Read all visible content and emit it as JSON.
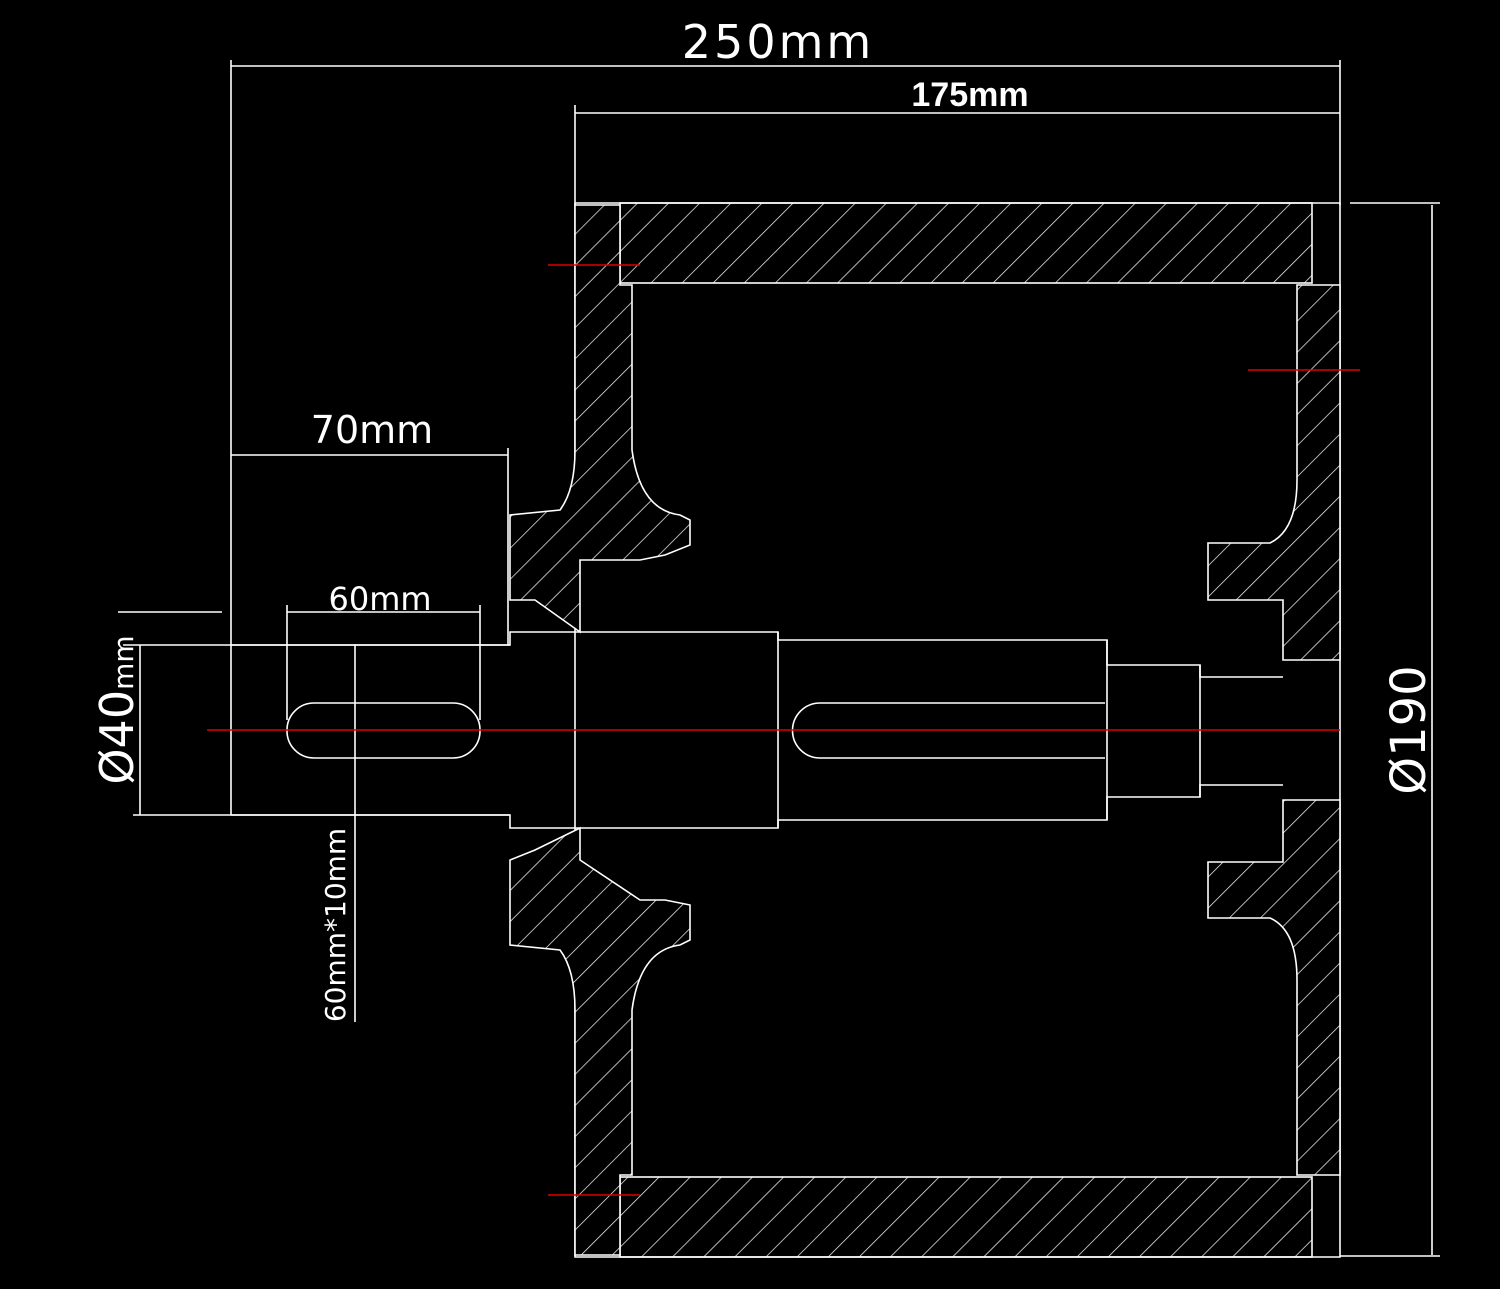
{
  "drawing": {
    "dim_overall_length": "250mm",
    "dim_drum_length": "175mm",
    "dim_shaft_extension": "70mm",
    "dim_keyway_length": "60mm",
    "dim_shaft_diameter": "Ø40",
    "dim_shaft_diameter_unit": "mm",
    "dim_keyway_size": "60mm*10mm",
    "dim_drum_diameter": "Ø190"
  },
  "colors": {
    "background": "#000000",
    "line": "#ffffff",
    "centerline": "#e00000"
  }
}
